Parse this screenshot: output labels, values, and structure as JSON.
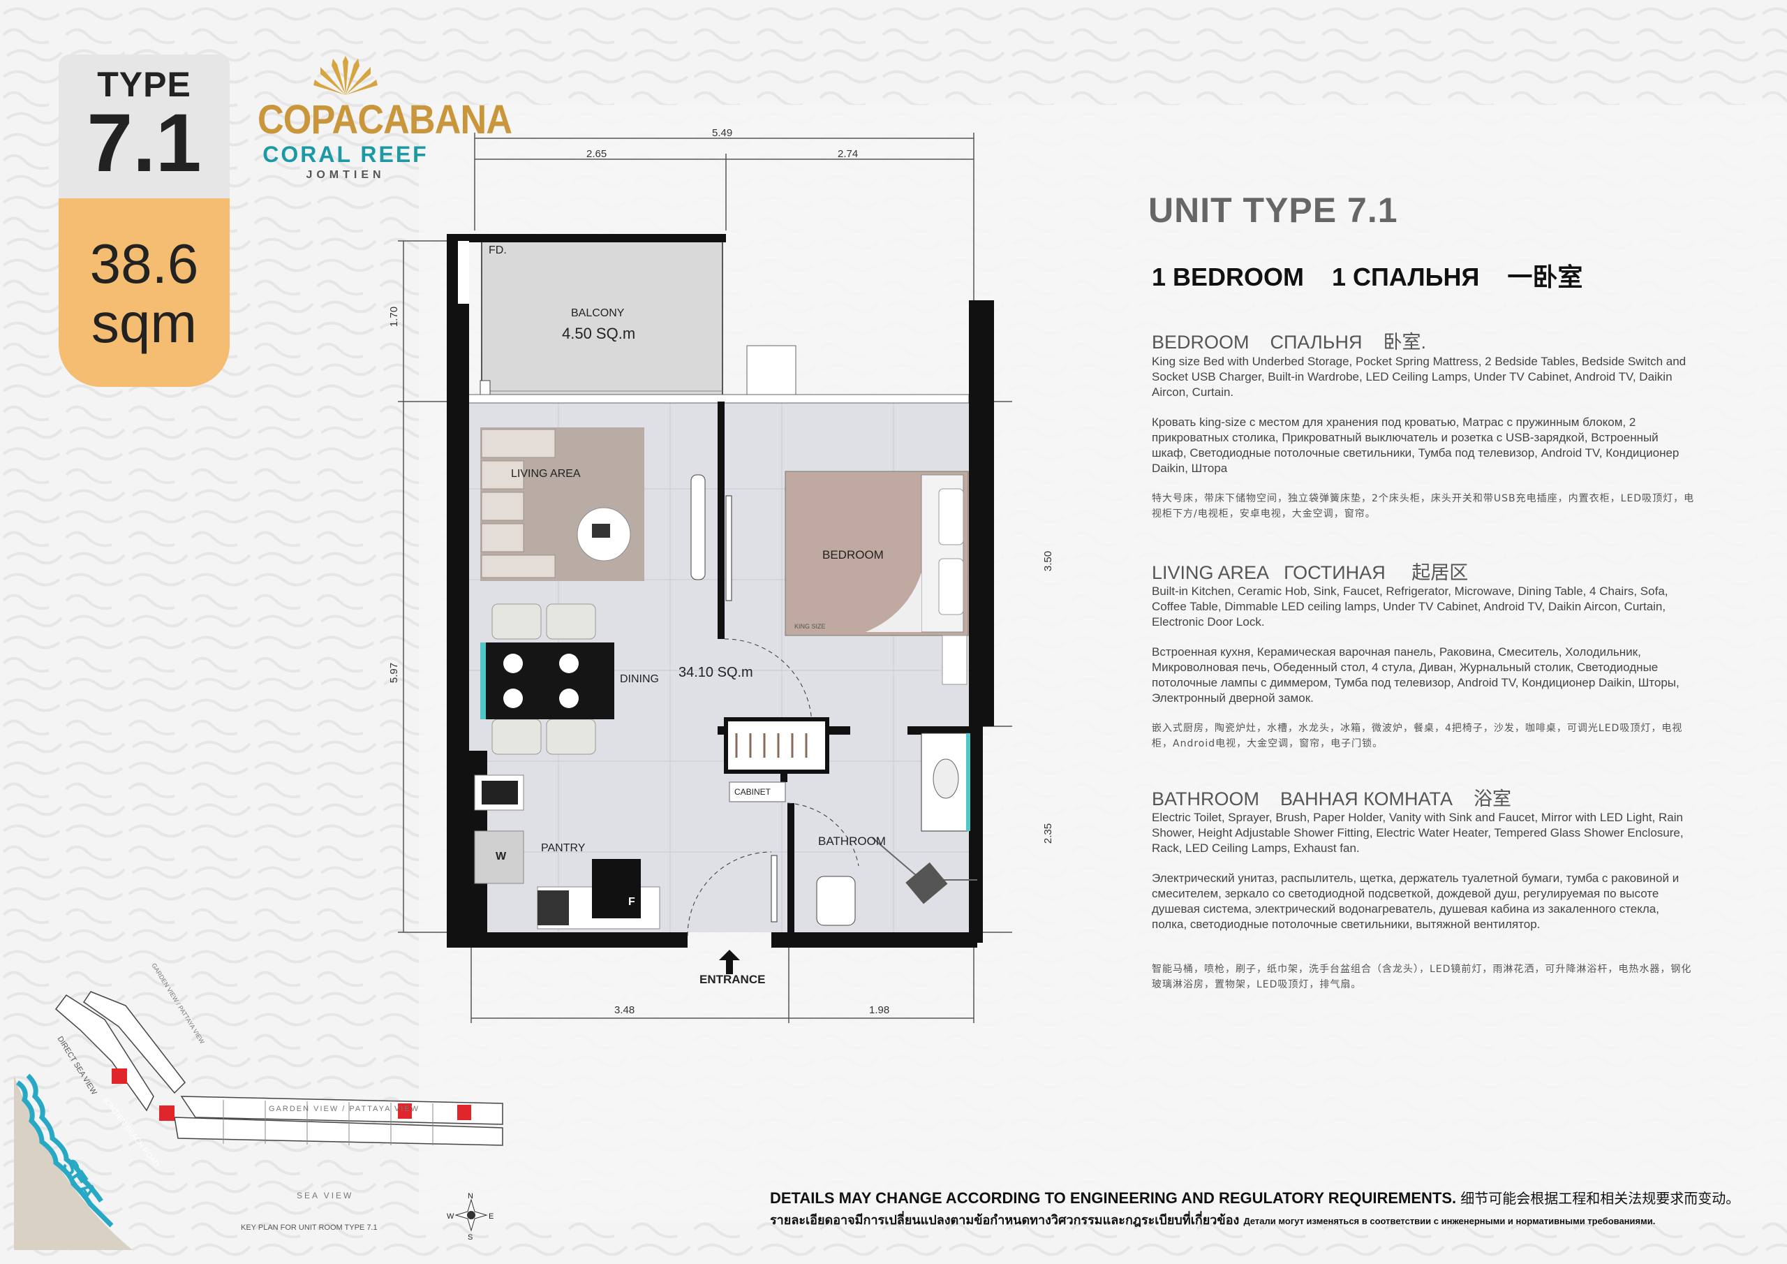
{
  "badge": {
    "type_label": "TYPE",
    "type_num": "7.1",
    "area_num": "38.6",
    "area_unit": "sqm"
  },
  "logo": {
    "line1": "COPACABANA",
    "line2": "CORAL REEF",
    "line3": "JOMTIEN"
  },
  "unit_title": "UNIT TYPE 7.1",
  "bedroom_line": "1 BEDROOM    1 СПАЛЬНЯ    一卧室",
  "sections": {
    "bedroom": {
      "heading": "BEDROOM    СПАЛЬНЯ    卧室.",
      "en": "King size Bed with Underbed Storage, Pocket Spring Mattress, 2 Bedside Tables, Bedside Switch and Socket USB Charger, Built-in Wardrobe, LED Ceiling Lamps, Under TV Cabinet, Android TV, Daikin Aircon, Curtain.",
      "ru": "Кровать king-size с местом для хранения под кроватью, Матрас с пружинным блоком, 2 прикроватных столика, Прикроватный выключатель и розетка с USB-зарядкой, Встроенный шкаф, Светодиодные потолочные светильники, Тумба под телевизор, Android TV, Кондиционер Daikin, Штора",
      "zh": "特大号床，带床下储物空间，独立袋弹簧床垫，2个床头柜，床头开关和带USB充电插座，内置衣柜，LED吸顶灯，电视柜下方/电视柜，安卓电视，大金空调，窗帘。"
    },
    "living": {
      "heading": "LIVING AREA   ГОСТИНАЯ     起居区",
      "en": "Built-in Kitchen, Ceramic Hob, Sink, Faucet, Refrigerator, Microwave, Dining Table, 4 Chairs, Sofa, Coffee Table, Dimmable LED ceiling lamps, Under TV Cabinet, Android TV, Daikin Aircon, Curtain, Electronic Door Lock.",
      "ru": "Встроенная кухня, Керамическая варочная панель, Раковина, Смеситель, Холодильник, Микроволновая печь, Обеденный стол, 4 стула, Диван, Журнальный столик, Светодиодные потолочные лампы с диммером, Тумба под телевизор, Android TV, Кондиционер Daikin, Шторы, Электронный дверной замок.",
      "zh": "嵌入式厨房，陶瓷炉灶，水槽，水龙头，冰箱，微波炉，餐桌，4把椅子，沙发，咖啡桌，可调光LED吸顶灯，电视柜，Android电视，大金空调，窗帘，电子门锁。"
    },
    "bathroom": {
      "heading": "BATHROOM    ВАННАЯ КОМНАТА    浴室",
      "en": "Electric Toilet, Sprayer, Brush, Paper Holder, Vanity with Sink and Faucet, Mirror with LED Light, Rain Shower, Height Adjustable Shower Fitting, Electric Water Heater, Tempered Glass Shower Enclosure, Rack, LED Ceiling Lamps, Exhaust fan.",
      "ru": "Электрический унитаз, распылитель, щетка, держатель туалетной бумаги, тумба с раковиной и смесителем, зеркало со светодиодной подсветкой, дождевой душ, регулируемая по высоте душевая система, электрический водонагреватель, душевая кабина из закаленного стекла, полка, светодиодные потолочные светильники, вытяжной вентилятор.",
      "zh": "智能马桶，喷枪，刷子，纸巾架，洗手台盆组合（含龙头），LED镜前灯，雨淋花洒，可升降淋浴杆，电热水器，钢化玻璃淋浴房，置物架，LED吸顶灯，排气扇。"
    }
  },
  "plan": {
    "fd": "FD.",
    "balcony": "BALCONY",
    "balcony_area": "4.50 SQ.m",
    "living_area": "LIVING AREA",
    "bedroom": "BEDROOM",
    "king_size": "KING SIZE",
    "dining": "DINING",
    "main_area": "34.10 SQ.m",
    "cabinet": "CABINET",
    "pantry": "PANTRY",
    "w": "W",
    "f": "F",
    "bathroom": "BATHROOM",
    "entrance": "ENTRANCE",
    "dims": {
      "top_total": "5.49",
      "top_left": "2.65",
      "top_right": "2.74",
      "left_top": "1.70",
      "left_main": "5.97",
      "right_bed": "3.50",
      "right_bath": "2.35",
      "bottom_left": "3.48",
      "bottom_right": "1.98"
    }
  },
  "keyplan": {
    "garden_view_1": "GARDEN VIEW / PATTAYA VIEW",
    "garden_view_2": "GARDEN VIEW / PATTAYA VIEW",
    "direct_sea": "DIRECT SEA VIEW",
    "road": "JOMTIEN BEACH ROAD",
    "sea": "SEA",
    "sea_view": "SEA VIEW",
    "caption": "KEY PLAN FOR UNIT ROOM TYPE 7.1",
    "compass": {
      "n": "N",
      "s": "S",
      "e": "E",
      "w": "W"
    }
  },
  "disclaimer": {
    "en": "DETAILS MAY CHANGE ACCORDING TO ENGINEERING AND REGULATORY REQUIREMENTS.",
    "zh": "细节可能会根据工程和相关法规要求而变动。",
    "th": "รายละเอียดอาจมีการเปลี่ยนแปลงตามข้อกำหนดทางวิศวกรรมและกฎระเบียบที่เกี่ยวข้อง",
    "ru": "Детали могут изменяться в соответствии с инженерными и нормативными требованиями."
  },
  "colors": {
    "accent_orange": "#f5bd72",
    "accent_teal": "#1b9aa6",
    "logo_gold": "#c9963b",
    "wall": "#111111",
    "unit_red": "#e0262b"
  }
}
